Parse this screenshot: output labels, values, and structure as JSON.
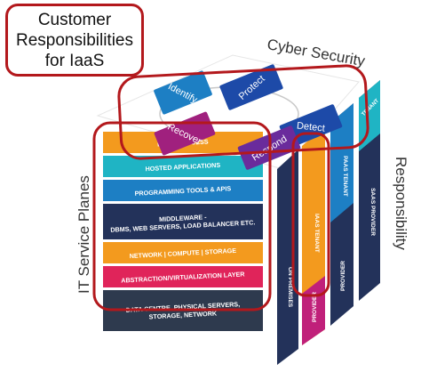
{
  "title": {
    "line1": "Customer",
    "line2": "Responsibilities",
    "line3": "for IaaS"
  },
  "labels": {
    "cyber_security": "Cyber Security",
    "it_service_planes": "IT Service Planes",
    "responsibility": "Responsibility"
  },
  "cyber_functions": {
    "identify": "Identify",
    "protect": "Protect",
    "recover": "Recover",
    "detect": "Detect",
    "respond": "Respond"
  },
  "planes": [
    {
      "lines": [
        "DATA & ACCESS"
      ],
      "color": "#f39a1e"
    },
    {
      "lines": [
        "HOSTED APPLICATIONS"
      ],
      "color": "#1fb4c4"
    },
    {
      "lines": [
        "PROGRAMMING TOOLS & APIS"
      ],
      "color": "#1d7fc4"
    },
    {
      "lines": [
        "MIDDLEWARE -",
        "DBMS, WEB SERVERS, LOAD BALANCER ETC."
      ],
      "color": "#23325a"
    },
    {
      "lines": [
        "NETWORK | COMPUTE | STORAGE"
      ],
      "color": "#f39a1e"
    },
    {
      "lines": [
        "ABSTRACTION/VIRTUALIZATION LAYER"
      ],
      "color": "#e0245a"
    },
    {
      "lines": [
        "DATA CENTRE, PHYSICAL SERVERS,",
        "STORAGE, NETWORK"
      ],
      "color": "#2e3a4e"
    }
  ],
  "responsibility_columns": {
    "on_premises": "ON PREMISES",
    "iaas_tenant": "IAAS TENANT",
    "paas_tenant": "PAAS TENANT",
    "tenant": "TENANT",
    "saas_provider": "SAAS PROVIDER",
    "provider_1": "PROVIDER",
    "provider_2": "PROVIDER"
  },
  "colors": {
    "highlight": "#b3181c",
    "navy": "#23325a",
    "blue": "#1d6fc4",
    "purple": "#6a2b9c",
    "magenta": "#c0207a",
    "orange": "#f39a1e",
    "teal": "#1fb4c4"
  }
}
